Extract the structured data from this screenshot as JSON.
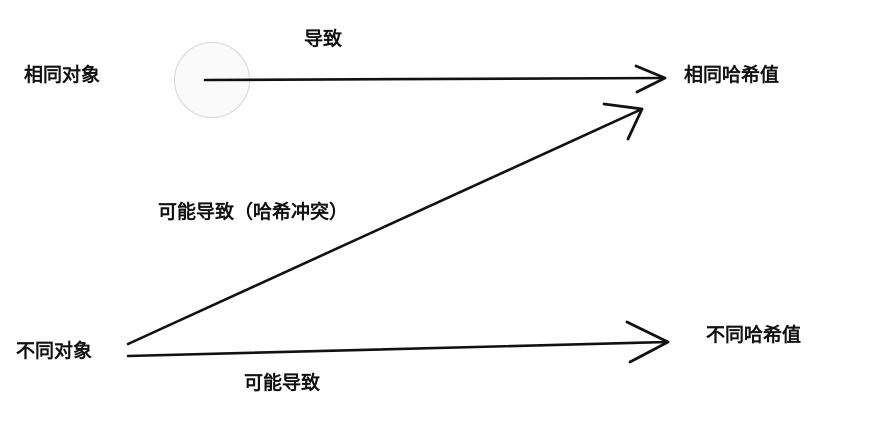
{
  "nodes": {
    "same_object": "相同对象",
    "same_hash": "相同哈希值",
    "different_object": "不同对象",
    "different_hash": "不同哈希值"
  },
  "edges": {
    "same_to_same": "导致",
    "different_to_same": "可能导致（哈希冲突）",
    "different_to_different": "可能导致"
  },
  "colors": {
    "stroke": "#111111",
    "text": "#111111"
  }
}
